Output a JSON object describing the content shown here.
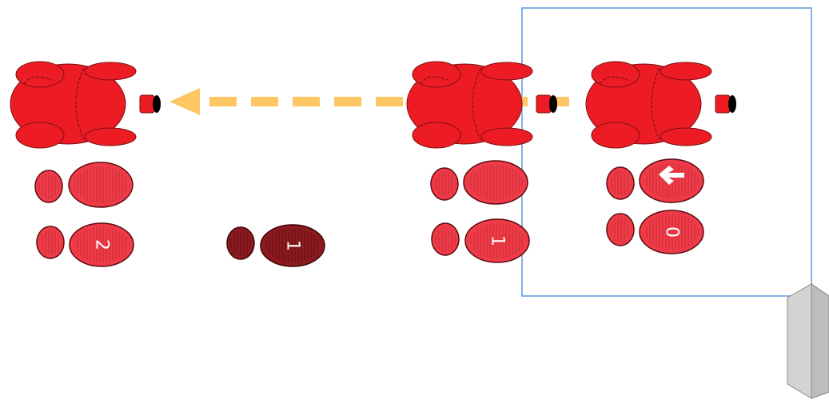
{
  "robots": [
    {
      "id": "robot-left"
    },
    {
      "id": "robot-middle"
    },
    {
      "id": "robot-right"
    }
  ],
  "footsteps": [
    {
      "id": "step-left-top",
      "label": ""
    },
    {
      "id": "step-left-bottom",
      "label": "2"
    },
    {
      "id": "step-highlighted",
      "label": "1"
    },
    {
      "id": "step-middle-top",
      "label": ""
    },
    {
      "id": "step-middle-bottom",
      "label": "1"
    },
    {
      "id": "step-right-top",
      "label": "arrow-left-icon"
    },
    {
      "id": "step-right-bottom",
      "label": "0"
    }
  ],
  "colors": {
    "robot": "#ed1c24",
    "footstep": "#ef3b48",
    "footstep_highlight": "#8b1a1f",
    "arrow": "#ffc764",
    "frame": "#5b9bd5",
    "wall": "#d0d0d0"
  }
}
